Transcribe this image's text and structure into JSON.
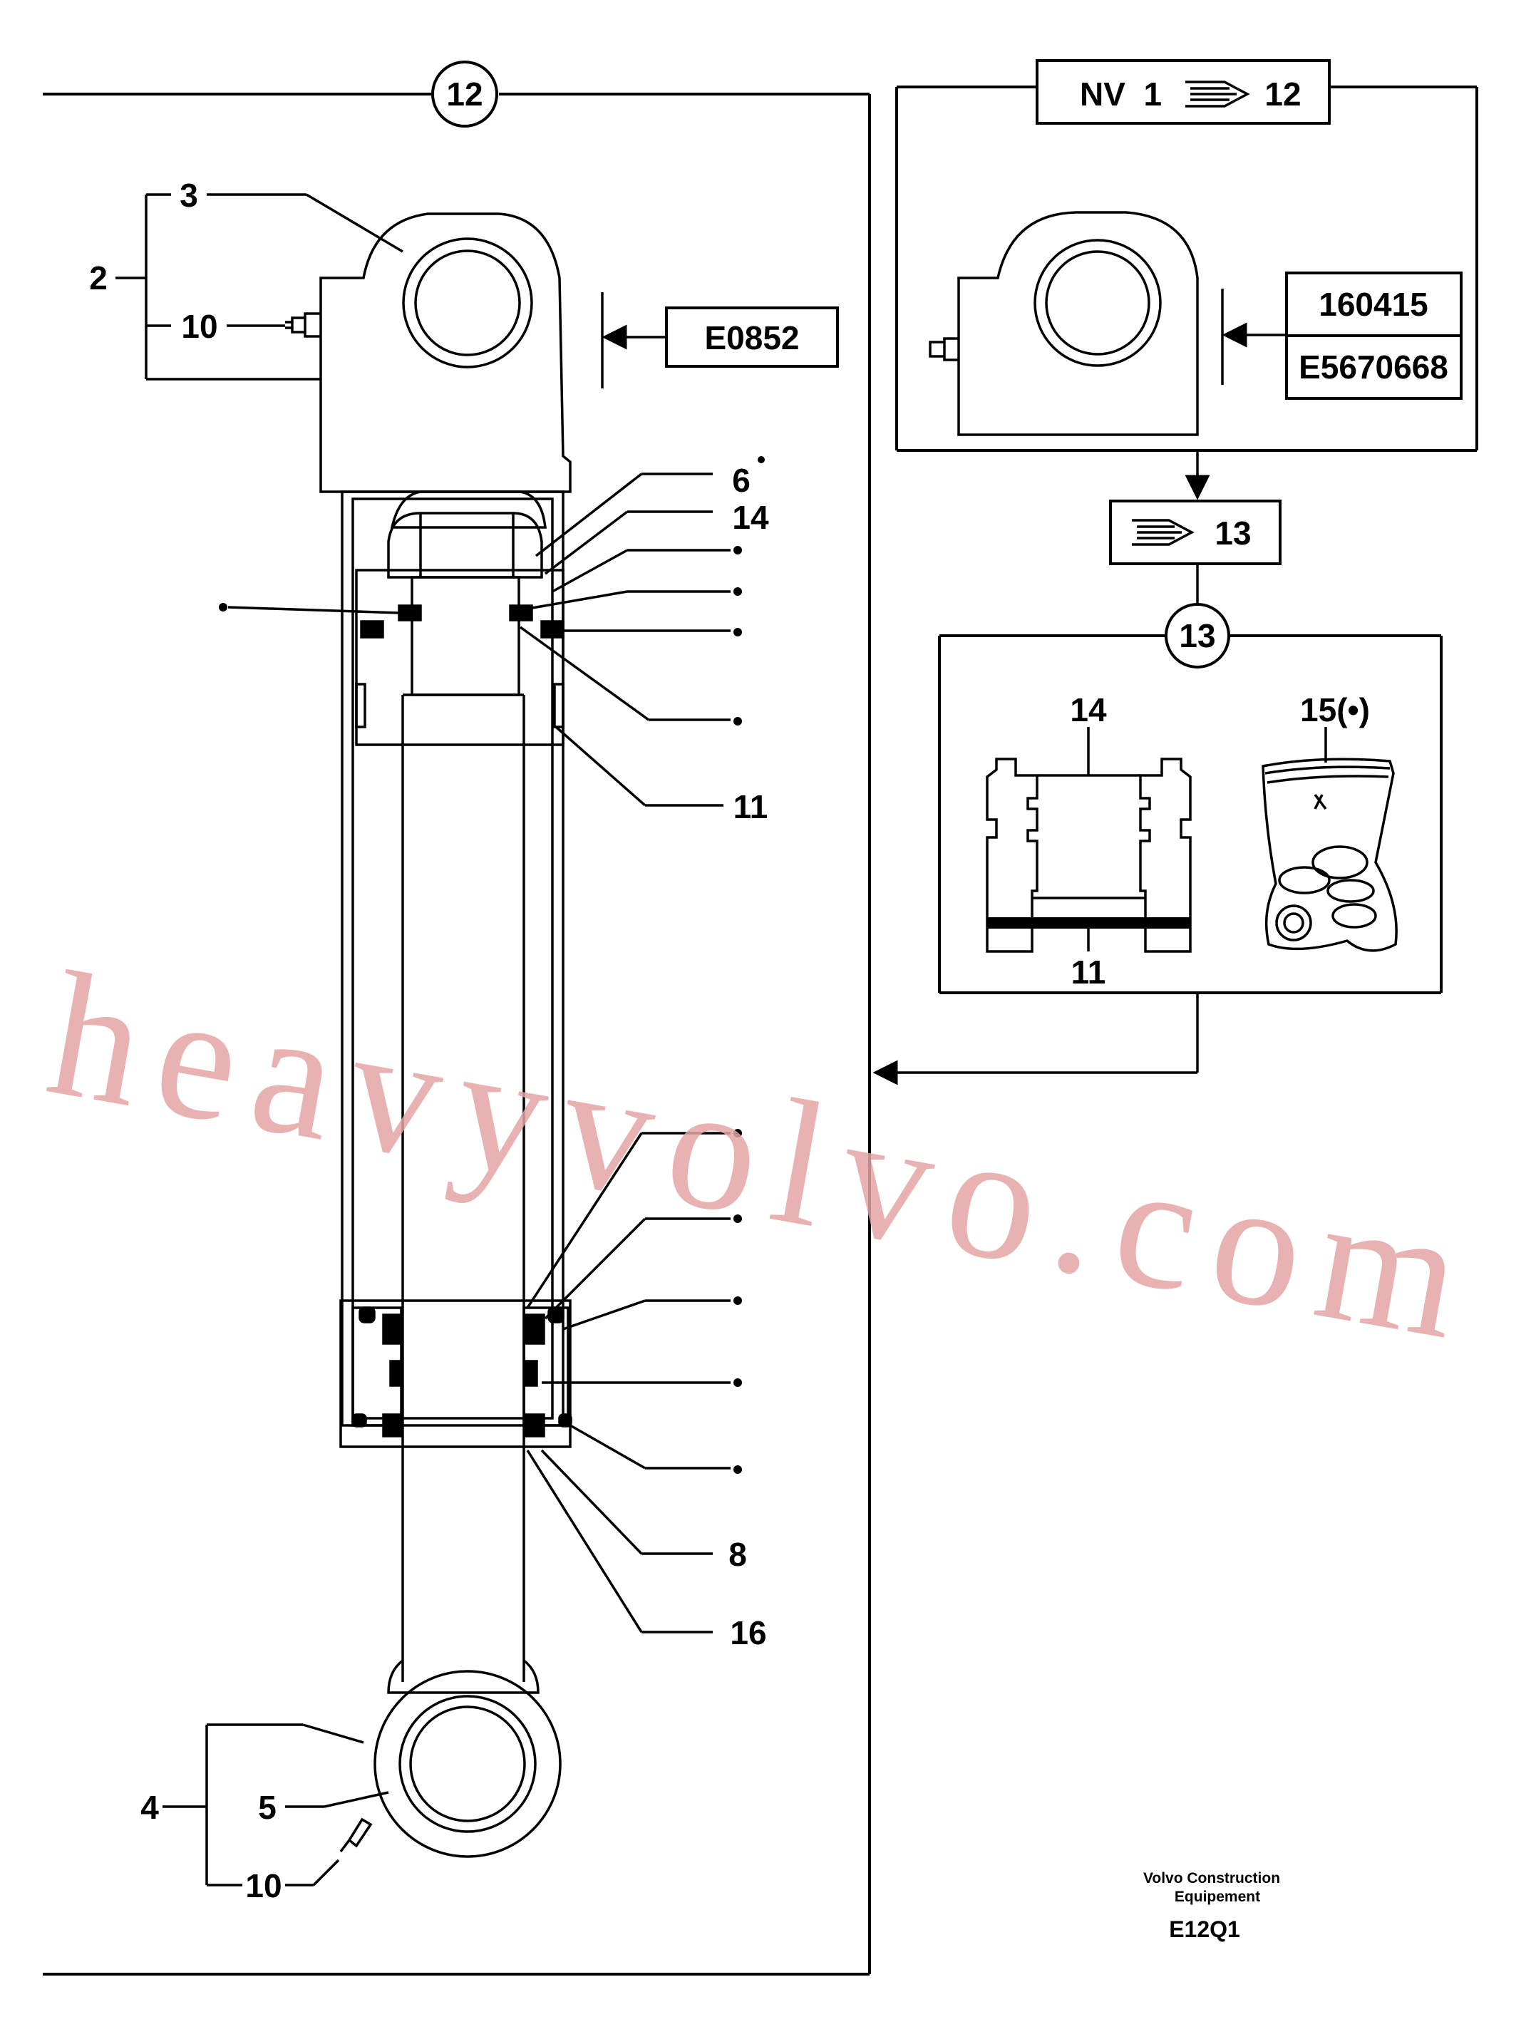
{
  "main_view": {
    "section_number": "12",
    "labels": {
      "l2": "2",
      "l3": "3",
      "l10_top": "10",
      "l6": "6",
      "l14": "14",
      "l11": "11",
      "l8": "8",
      "l16": "16",
      "l4": "4",
      "l5": "5",
      "l10_bottom": "10"
    },
    "reference_box": "E0852"
  },
  "version_view": {
    "header_prefix": "NV  1",
    "header_target": "12",
    "part_numbers": [
      "160415",
      "E5670668"
    ]
  },
  "kit_reference": {
    "target": "13"
  },
  "kit_view": {
    "section_number": "13",
    "item_a_label": "14",
    "item_a_bottom_label": "11",
    "item_b_label": "15(•)"
  },
  "watermark": "heavyvolvo.com",
  "footer": {
    "company_line1": "Volvo Construction",
    "company_line2": "Equipement",
    "drawing_code": "E12Q1"
  }
}
